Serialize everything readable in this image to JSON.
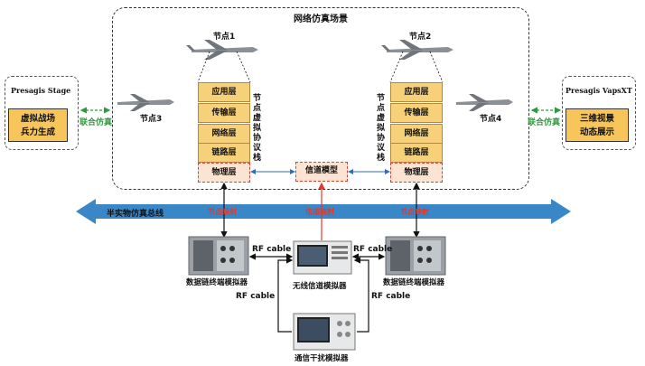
{
  "scene": {
    "title": "网络仿真场景"
  },
  "left_box": {
    "title": "Presagis Stage",
    "inner": [
      "虚拟战场",
      "兵力生成"
    ]
  },
  "right_box": {
    "title": "Presagis VapsXT",
    "inner": [
      "三维视景",
      "动态展示"
    ]
  },
  "joint_sim_left": "联合仿真",
  "joint_sim_right": "联合仿真",
  "nodes": {
    "n1": "节点1",
    "n2": "节点2",
    "n3": "节点3",
    "n4": "节点4"
  },
  "stack_left": {
    "layers": [
      "应用层",
      "传输层",
      "网络层",
      "链路层",
      "物理层"
    ],
    "side_label": "节点虚拟协议栈"
  },
  "stack_right": {
    "layers": [
      "应用层",
      "传输层",
      "网络层",
      "链路层",
      "物理层"
    ],
    "side_label": "节点虚拟协议栈"
  },
  "channel_model": "信道模型",
  "bus": {
    "label": "半实物仿真总线",
    "red_labels": [
      "节点映射",
      "信道映射",
      "节点映射"
    ]
  },
  "devices": {
    "left": "数据链终端模拟器",
    "center": "无线信道模拟器",
    "right": "数据链终端模拟器",
    "bottom": "通信干扰模拟器"
  },
  "rf": {
    "a": "RF cable",
    "b": "RF cable",
    "c": "RF cable",
    "d": "RF cable"
  },
  "colors": {
    "layer": "#f7d07a",
    "physical": "#fce3d2",
    "bus": "#3a87c8",
    "green": "#2e9a3e",
    "red": "#e23a2a"
  }
}
